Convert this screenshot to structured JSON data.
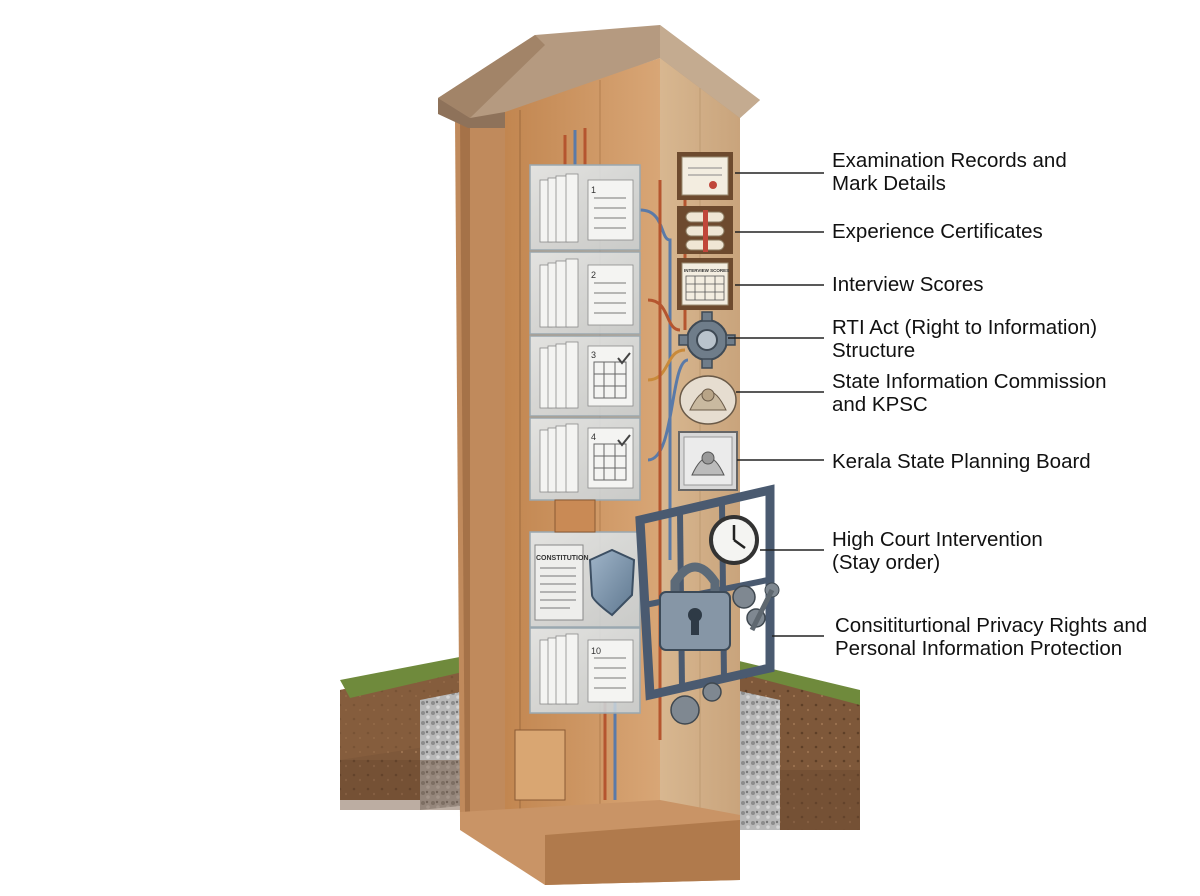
{
  "callouts": [
    {
      "id": "examination-records",
      "lines": [
        "Examination Records and",
        "Mark Details"
      ],
      "icon": "certificate-icon"
    },
    {
      "id": "experience-certificates",
      "lines": [
        "Experience Certificates"
      ],
      "icon": "scroll-icon"
    },
    {
      "id": "interview-scores",
      "lines": [
        "Interview Scores"
      ],
      "icon": "score-grid-icon"
    },
    {
      "id": "rti-act",
      "lines": [
        "RTI Act (Right to Information)",
        "Structure"
      ],
      "icon": "gear-icon"
    },
    {
      "id": "state-information-commission",
      "lines": [
        "State Information Commission",
        "and KPSC"
      ],
      "icon": "emblem-icon"
    },
    {
      "id": "planning-board",
      "lines": [
        "Kerala State Planning Board"
      ],
      "icon": "emblem-plaque-icon"
    },
    {
      "id": "high-court",
      "lines": [
        "High Court Intervention",
        "(Stay order)"
      ],
      "icon": "clock-icon"
    },
    {
      "id": "privacy-rights",
      "lines": [
        "Consititurtional Privacy Rights and",
        "Personal Information Protection"
      ],
      "icon": "padlock-icon"
    }
  ],
  "embedded_labels": {
    "constitution_panel": "CONSTITUTION",
    "score_board": "INTERVIEW SCORES",
    "folder_numbers": [
      "1",
      "2",
      "3",
      "4",
      "10"
    ]
  },
  "colors": {
    "wood_light": "#d9b088",
    "wood_mid": "#c08a5c",
    "wood_dark": "#8a5a34",
    "roof": "#b59a80",
    "soil": "#7a5436",
    "grass": "#6f8a3c",
    "gravel": "#9a9a9a",
    "frame_steel": "#4a5a70",
    "copper_wire": "#b5552f",
    "blue_wire": "#5a7aa8",
    "leader_line": "#222222"
  }
}
